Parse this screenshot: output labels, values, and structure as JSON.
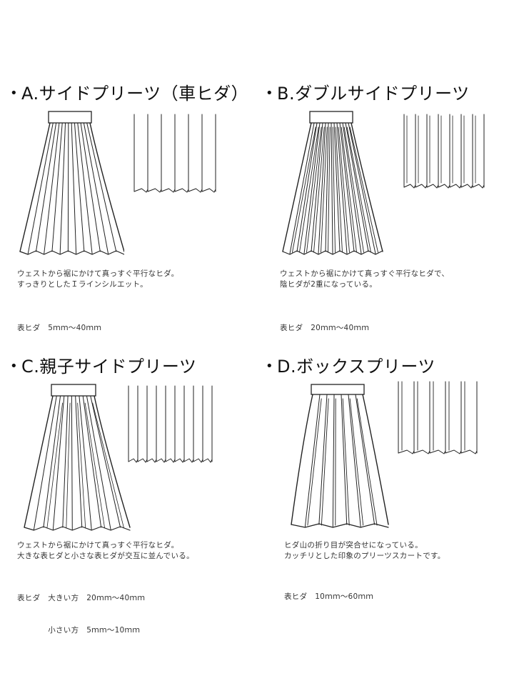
{
  "panels": [
    {
      "title": "A.サイドプリーツ（車ヒダ）",
      "desc": [
        "ウェストから裾にかけて真っすぐ平行なヒダ。",
        "すっきりとしたＩラインシルエット。"
      ],
      "spec": [
        "表ヒダ　5ｍｍ〜40ｍｍ"
      ]
    },
    {
      "title": "B.ダブルサイドプリーツ",
      "desc": [
        "ウェストから裾にかけて真っすぐ平行なヒダで、",
        "陰ヒダが2重になっている。"
      ],
      "spec": [
        "表ヒダ　20ｍｍ〜40ｍｍ"
      ]
    },
    {
      "title": "C.親子サイドプリーツ",
      "desc": [
        "ウェストから裾にかけて真っすぐ平行なヒダ。",
        "大きな表ヒダと小さな表ヒダが交互に並んでいる。"
      ],
      "spec": [
        "表ヒダ　大きい方　20ｍｍ〜40ｍｍ",
        "　　　　小さい方　5ｍｍ〜10ｍｍ"
      ]
    },
    {
      "title": "D.ボックスプリーツ",
      "desc": [
        "ヒダ山の折り目が突合せになっている。",
        "カッチリとした印象のプリーツスカートです。"
      ],
      "spec": [
        "表ヒダ　10ｍｍ〜60ｍｍ"
      ]
    }
  ],
  "bullet": "•"
}
